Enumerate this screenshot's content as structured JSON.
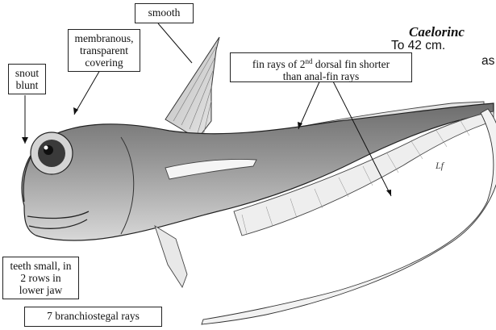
{
  "title_fragment": "Caelorinc",
  "size_fragment": "To 42 cm.",
  "size_fragment_2": "as",
  "labels": {
    "smooth": "smooth",
    "membranous": [
      "membranous,",
      "transparent",
      "covering"
    ],
    "snout": [
      "snout",
      "blunt"
    ],
    "fin_rays": {
      "line1_a": "fin rays of 2",
      "line1_sup": "nd",
      "line1_b": " dorsal fin shorter",
      "line2": "than anal-fin rays"
    },
    "teeth": [
      "teeth small, in",
      "2 rows in",
      "lower jaw"
    ],
    "branchiostegal": "7 branchiostegal rays"
  },
  "artist_mark": "Lf"
}
